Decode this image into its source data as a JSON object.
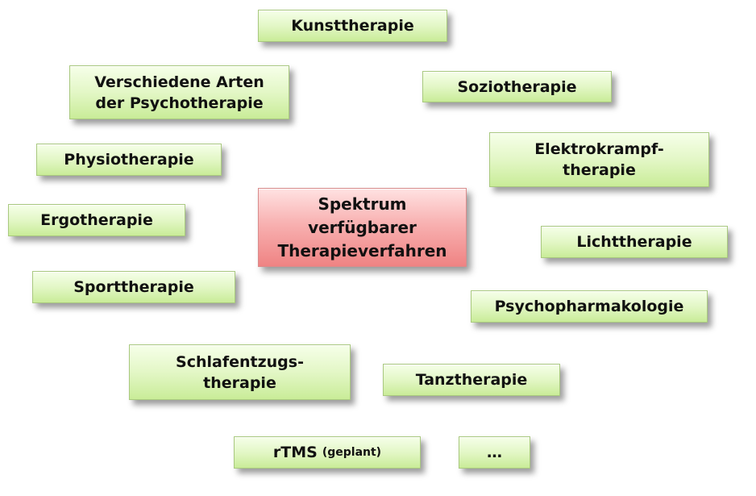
{
  "center": {
    "line1": "Spektrum",
    "line2": "verfügbarer",
    "line3": "Therapieverfahren"
  },
  "items": {
    "kunst": "Kunsttherapie",
    "psycho_line1": "Verschiedene Arten",
    "psycho_line2": "der Psychotherapie",
    "sozio": "Soziotherapie",
    "physio": "Physiotherapie",
    "elektro_line1": "Elektrokrampf-",
    "elektro_line2": "therapie",
    "ergo": "Ergotherapie",
    "licht": "Lichttherapie",
    "sport": "Sporttherapie",
    "pharma": "Psychopharmakologie",
    "schlaf_line1": "Schlafentzugs-",
    "schlaf_line2": "therapie",
    "tanz": "Tanztherapie",
    "rtms": "rTMS",
    "rtms_note": "(geplant)",
    "more": "…"
  },
  "colors": {
    "box_fill": "#dff4c0",
    "box_border": "#a9c97f",
    "center_fill": "#f5a3a3",
    "center_border": "#d98c8c"
  }
}
